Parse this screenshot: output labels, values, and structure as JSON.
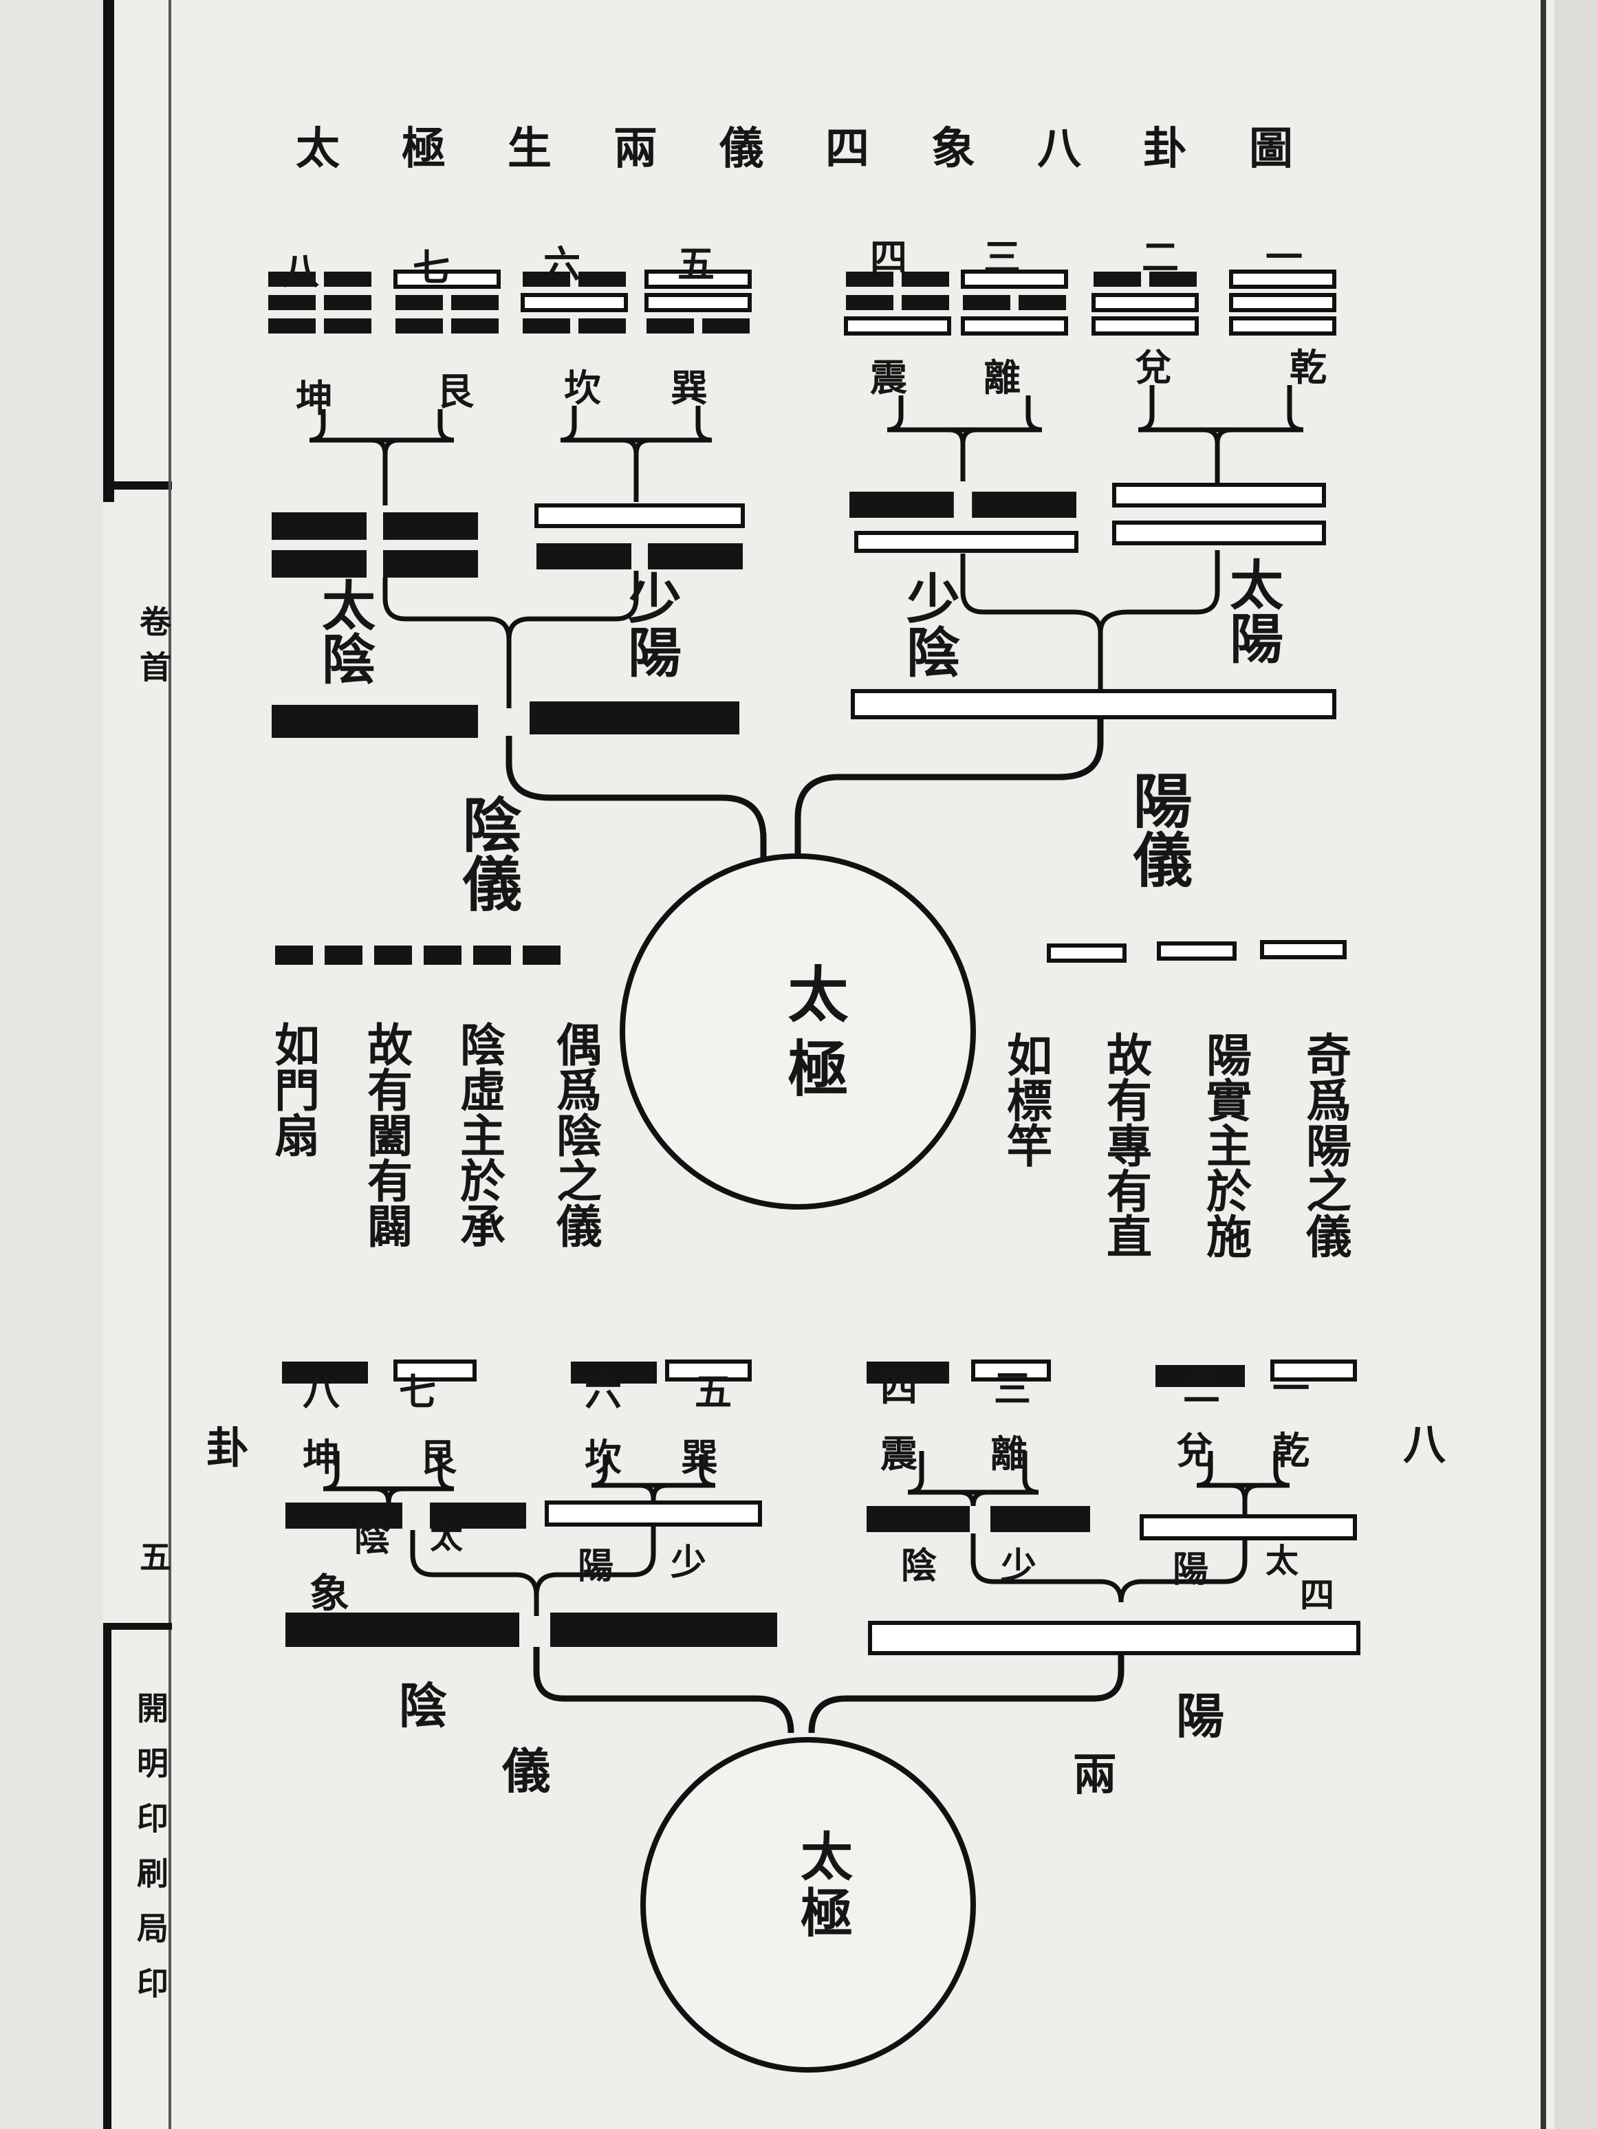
{
  "title": "太極生兩儀四象八卦圖",
  "spine": {
    "chapter": "卷首",
    "page_number": "五",
    "publisher": "開明印刷局印"
  },
  "top_diagram": {
    "numbers": [
      "一",
      "二",
      "三",
      "四",
      "五",
      "六",
      "七",
      "八"
    ],
    "trigram_names": [
      "乾",
      "兌",
      "離",
      "震",
      "巽",
      "坎",
      "艮",
      "坤"
    ],
    "four_images": {
      "taiyang": "太陽",
      "shaoyin": "少陰",
      "shaoyang": "少陽",
      "taiyin": "太陰"
    },
    "yang_yi": "陽儀",
    "yin_yi": "陰儀",
    "taiji": "太極",
    "yang_note": [
      "奇爲陽之儀",
      "陽實主於施",
      "故有專有直",
      "如標竿"
    ],
    "yin_note": [
      "偶爲陰之儀",
      "陰虛主於承",
      "故有闔有闢",
      "如門扇"
    ]
  },
  "bottom_diagram": {
    "numbers": [
      "一",
      "二",
      "三",
      "四",
      "五",
      "六",
      "七",
      "八"
    ],
    "trigram_names": [
      "乾",
      "兌",
      "離",
      "震",
      "巽",
      "坎",
      "艮",
      "坤"
    ],
    "bagua_label": [
      "八",
      "卦"
    ],
    "sixiang_label": [
      "四",
      "象"
    ],
    "liangyi_label": [
      "兩",
      "儀"
    ],
    "image_chars": {
      "tai_a": "太",
      "yang": "陽",
      "shao_a": "少",
      "yin": "陰",
      "shao_b": "少",
      "yang_b": "陽",
      "tai_b": "太",
      "yin_b": "陰"
    },
    "yang": "陽",
    "yin": "陰",
    "taiji": "太極"
  }
}
